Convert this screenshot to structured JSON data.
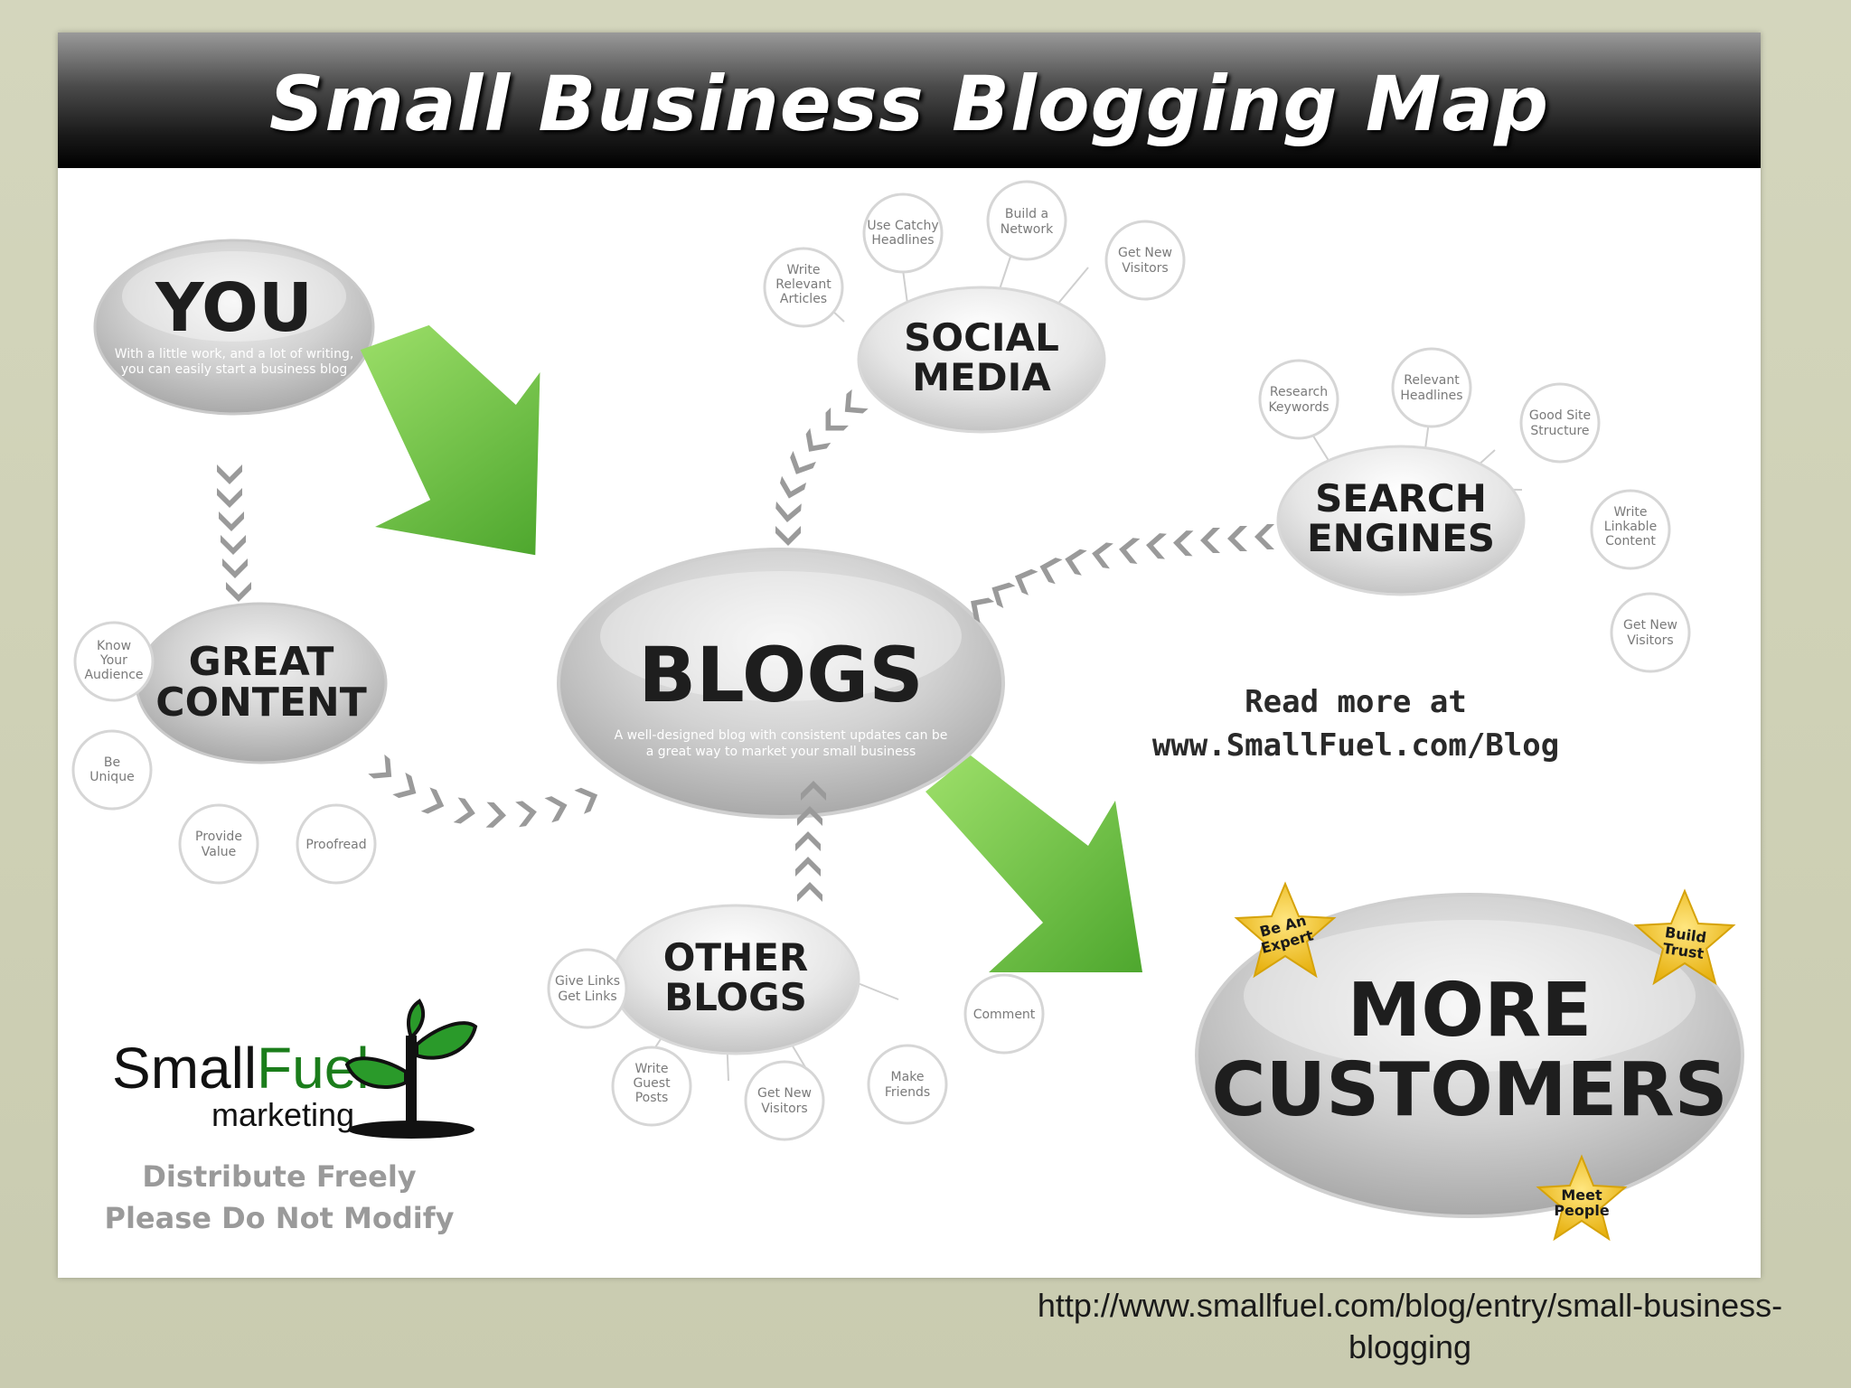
{
  "title": "Small Business Blogging Map",
  "colors": {
    "banner": "#000000",
    "arrow_green": "#6cc04a",
    "star_gold": "#f2c418",
    "bubble_grey": "#c8c8c8"
  },
  "you": {
    "title": "YOU",
    "subtitle_line1": "With a little work, and a lot of writing,",
    "subtitle_line2": "you can easily start a business blog"
  },
  "blogs": {
    "title": "BLOGS",
    "subtitle_line1": "A well-designed blog with consistent updates can be",
    "subtitle_line2": "a great way to market your small business"
  },
  "social_media": {
    "title_line1": "SOCIAL",
    "title_line2": "MEDIA",
    "items": [
      {
        "lines": [
          "Write",
          "Relevant",
          "Articles"
        ]
      },
      {
        "lines": [
          "Use Catchy",
          "Headlines"
        ]
      },
      {
        "lines": [
          "Build a",
          "Network"
        ]
      },
      {
        "lines": [
          "Get New",
          "Visitors"
        ]
      }
    ]
  },
  "search_engines": {
    "title_line1": "SEARCH",
    "title_line2": "ENGINES",
    "items": [
      {
        "lines": [
          "Research",
          "Keywords"
        ]
      },
      {
        "lines": [
          "Relevant",
          "Headlines"
        ]
      },
      {
        "lines": [
          "Good Site",
          "Structure"
        ]
      },
      {
        "lines": [
          "Write",
          "Linkable",
          "Content"
        ]
      },
      {
        "lines": [
          "Get New",
          "Visitors"
        ]
      }
    ]
  },
  "great_content": {
    "title_line1": "GREAT",
    "title_line2": "CONTENT",
    "items": [
      {
        "lines": [
          "Know",
          "Your",
          "Audience"
        ]
      },
      {
        "lines": [
          "Be",
          "Unique"
        ]
      },
      {
        "lines": [
          "Provide",
          "Value"
        ]
      },
      {
        "lines": [
          "Proofread"
        ]
      }
    ]
  },
  "other_blogs": {
    "title_line1": "OTHER",
    "title_line2": "BLOGS",
    "items": [
      {
        "lines": [
          "Give Links",
          "Get Links"
        ]
      },
      {
        "lines": [
          "Write",
          "Guest",
          "Posts"
        ]
      },
      {
        "lines": [
          "Get New",
          "Visitors"
        ]
      },
      {
        "lines": [
          "Make",
          "Friends"
        ]
      },
      {
        "lines": [
          "Comment"
        ]
      }
    ]
  },
  "more_customers": {
    "title_line1": "MORE",
    "title_line2": "CUSTOMERS",
    "stars": [
      {
        "lines": [
          "Be An",
          "Expert"
        ]
      },
      {
        "lines": [
          "Build",
          "Trust"
        ]
      },
      {
        "lines": [
          "Meet",
          "People"
        ]
      }
    ]
  },
  "read_more": {
    "line1": "Read more at",
    "line2": "www.SmallFuel.com/Blog"
  },
  "brand": {
    "name_part1": "Small",
    "name_part2": "Fuel",
    "tagline": "marketing"
  },
  "distribution": {
    "line1": "Distribute Freely",
    "line2": "Please Do Not Modify"
  },
  "source_url": {
    "line1": "http://www.smallfuel.com/blog/entry/small-business-",
    "line2": "blogging"
  }
}
